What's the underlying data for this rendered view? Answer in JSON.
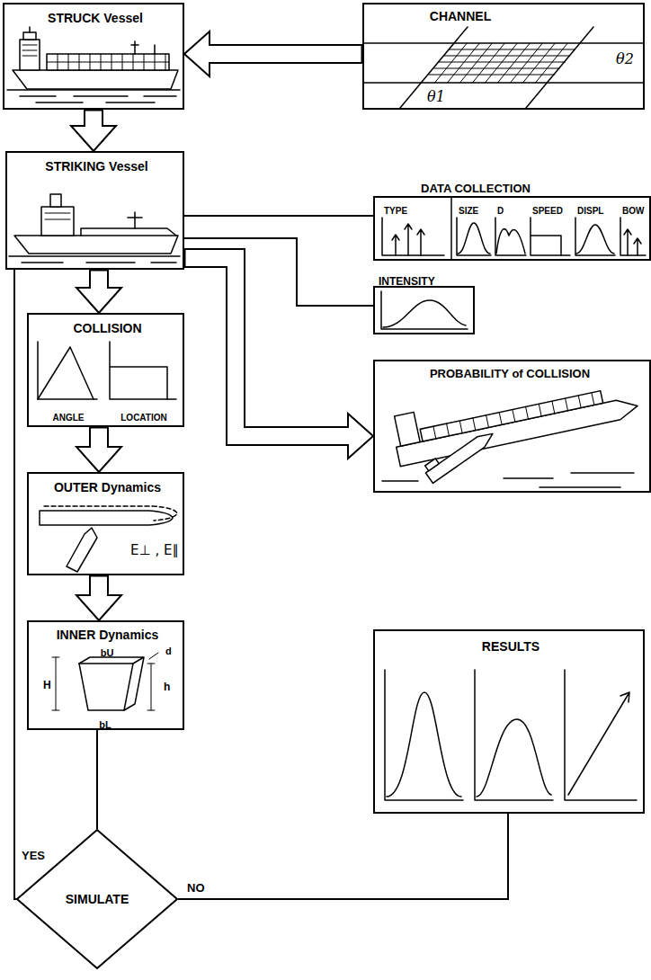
{
  "diagram": {
    "nodes": [
      {
        "text": [
          "STRUCK Vessel"
        ]
      },
      {
        "text": [
          "CHANNEL",
          "θ2",
          "θ1"
        ]
      },
      {
        "text": [
          "STRIKING Vessel"
        ]
      },
      {
        "text": [
          "DATA COLLECTION",
          "TYPE",
          "SIZE",
          "D",
          "SPEED",
          "DISPL",
          "BOW"
        ]
      },
      {
        "text": [
          "INTENSITY"
        ]
      },
      {
        "text": [
          "PROBABILITY of COLLISION"
        ]
      },
      {
        "text": [
          "COLLISION",
          "ANGLE",
          "LOCATION"
        ]
      },
      {
        "text": [
          "OUTER Dynamics",
          "E⊥ , E∥"
        ]
      },
      {
        "text": [
          "INNER Dynamics",
          "bU",
          "d",
          "H",
          "h",
          "bL"
        ]
      },
      {
        "text": [
          "RESULTS"
        ]
      },
      {
        "text": [
          "SIMULATE"
        ]
      }
    ],
    "edges": [
      {
        "from": 1,
        "to": 0,
        "arrow": "to"
      },
      {
        "from": 0,
        "to": 2,
        "arrow": "to"
      },
      {
        "from": 2,
        "to": 3,
        "arrow": "none"
      },
      {
        "from": 2,
        "to": 4,
        "arrow": "none"
      },
      {
        "from": 2,
        "to": 5,
        "arrow": "to"
      },
      {
        "from": 2,
        "to": 6,
        "arrow": "to"
      },
      {
        "from": 6,
        "to": 7,
        "arrow": "to"
      },
      {
        "from": 7,
        "to": 8,
        "arrow": "to"
      },
      {
        "from": 8,
        "to": 10,
        "arrow": "none"
      },
      {
        "from": 10,
        "to": 2,
        "label": "YES",
        "arrow": "none"
      },
      {
        "from": 10,
        "to": 9,
        "label": "NO",
        "arrow": "none"
      }
    ]
  }
}
